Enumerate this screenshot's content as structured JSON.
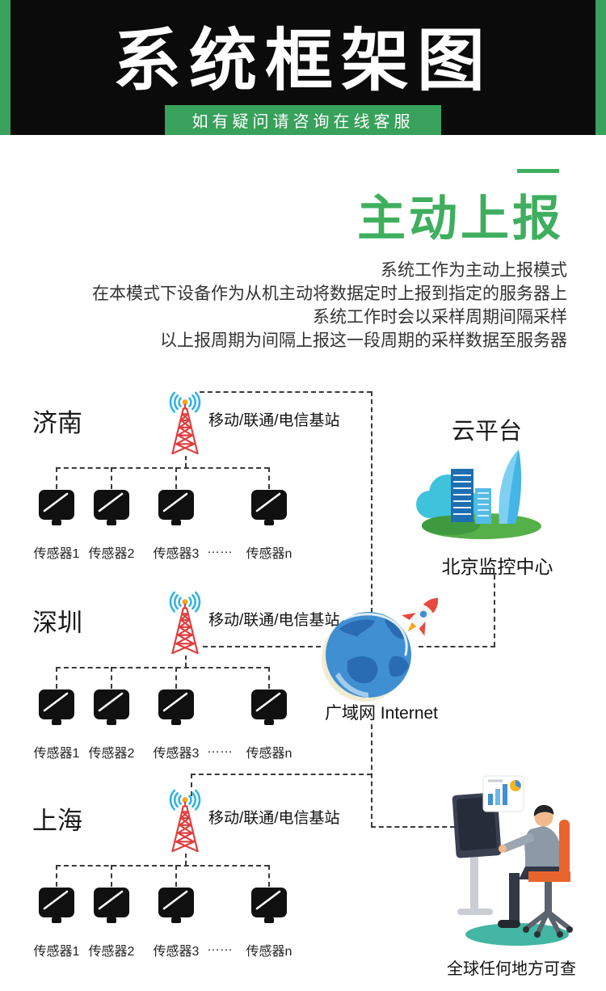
{
  "colors": {
    "accent_green": "#38a15b",
    "title_green": "#3fae5e",
    "header_black": "#0b0b0b",
    "tower_red": "#e03c3c",
    "wave_blue": "#2bb3e8",
    "sensor_black": "#101010",
    "dash_line": "#3a3a3a",
    "text_dark": "#222222"
  },
  "header": {
    "title": "系统框架图",
    "notice": "如有疑问请咨询在线客服"
  },
  "section": {
    "title": "主动上报",
    "desc_lines": [
      "系统工作为主动上报模式",
      "在本模式下设备作为从机主动将数据定时上报到指定的服务器上",
      "系统工作时会以采样周期间隔采样",
      "以上报周期为间隔上报这一段周期的采样数据至服务器"
    ]
  },
  "diagram": {
    "cities": [
      {
        "name": "济南",
        "station": "移动/联通/电信基站",
        "sensors": [
          "传感器1",
          "传感器2",
          "传感器3",
          "传感器n"
        ],
        "ellipsis": "……"
      },
      {
        "name": "深圳",
        "station": "移动/联通/电信基站",
        "sensors": [
          "传感器1",
          "传感器2",
          "传感器3",
          "传感器n"
        ],
        "ellipsis": "……"
      },
      {
        "name": "上海",
        "station": "移动/联通/电信基站",
        "sensors": [
          "传感器1",
          "传感器2",
          "传感器3",
          "传感器n"
        ],
        "ellipsis": "……"
      }
    ],
    "cloud_platform": {
      "title": "云平台",
      "caption": "北京监控中心"
    },
    "internet": {
      "label": "广域网 Internet"
    },
    "client": {
      "caption": "全球任何地方可查"
    }
  },
  "icons": {
    "tower": "cell-tower-with-signal-waves",
    "sensor": "black-sensor-device",
    "cloud": "cloud-platform-city-buildings",
    "globe": "internet-globe-with-rocket",
    "person": "operator-at-computer-desk"
  }
}
